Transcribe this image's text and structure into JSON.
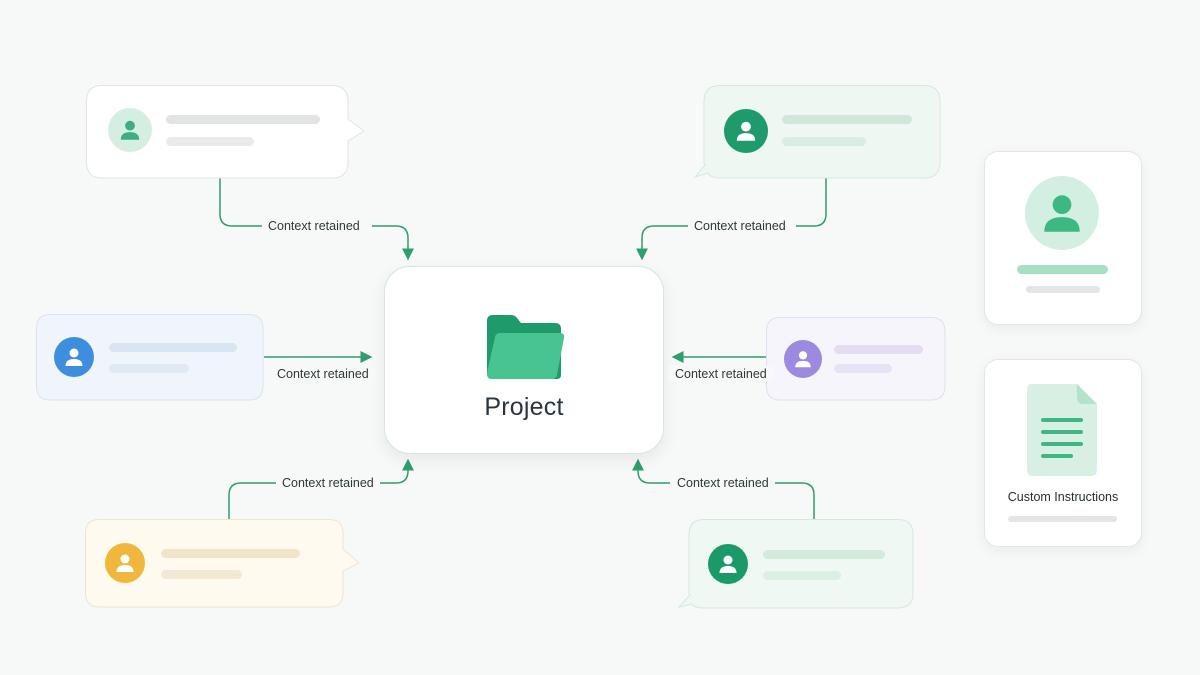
{
  "center": {
    "title": "Project",
    "icon": "folder-icon"
  },
  "connectors": {
    "top_left": {
      "label": "Context retained"
    },
    "top_right": {
      "label": "Context retained"
    },
    "mid_left": {
      "label": "Context retained"
    },
    "mid_right": {
      "label": "Context retained"
    },
    "bottom_left": {
      "label": "Context retained"
    },
    "bottom_right": {
      "label": "Context retained"
    }
  },
  "chats": [
    {
      "position": "top-left",
      "icon": "user-icon",
      "tail": "right",
      "accent": "#3dae82",
      "background": "#ffffff"
    },
    {
      "position": "top-right",
      "icon": "user-icon",
      "tail": "left",
      "accent": "#1f9a6a",
      "background": "#eef7f2"
    },
    {
      "position": "mid-left",
      "icon": "user-icon",
      "accent": "#3d8fde",
      "background": "#f0f5fb"
    },
    {
      "position": "mid-right",
      "icon": "user-icon",
      "accent": "#9b8ae0",
      "background": "#f7f5fc"
    },
    {
      "position": "bottom-left",
      "icon": "user-icon",
      "tail": "right",
      "accent": "#f0b73c",
      "background": "#fffaf0"
    },
    {
      "position": "bottom-right",
      "icon": "user-icon",
      "tail": "left",
      "accent": "#1a9a68",
      "background": "#f0f8f3"
    }
  ],
  "side_panel": {
    "profile_card": {
      "icon": "user-icon",
      "accent": "#3db883"
    },
    "instructions_card": {
      "title": "Custom Instructions",
      "icon": "document-icon"
    }
  },
  "colors": {
    "connector": "#2e9e6c",
    "folder": "#3bbf85"
  }
}
